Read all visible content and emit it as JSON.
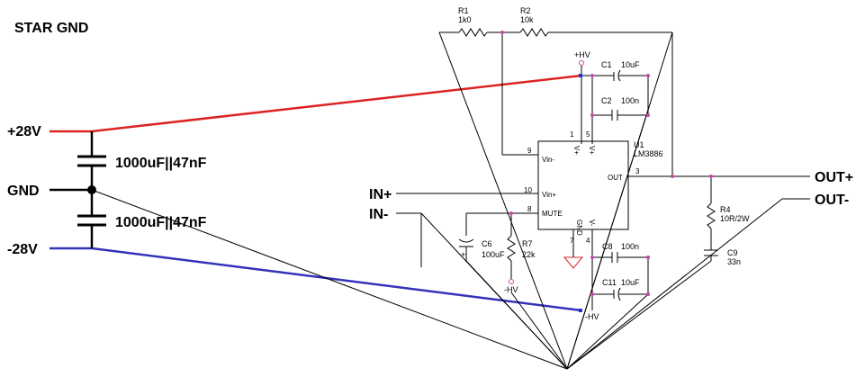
{
  "title": "STAR GND",
  "rails": {
    "pos": "+28V",
    "gnd": "GND",
    "neg": "-28V",
    "cap_top": "1000uF||47nF",
    "cap_bottom": "1000uF||47nF"
  },
  "io": {
    "in_plus": "IN+",
    "in_minus": "IN-",
    "out_plus": "OUT+",
    "out_minus": "OUT-"
  },
  "components": {
    "r1": {
      "ref": "R1",
      "value": "1k0"
    },
    "r2": {
      "ref": "R2",
      "value": "10k"
    },
    "c1": {
      "ref": "C1",
      "value": "10uF"
    },
    "c2": {
      "ref": "C2",
      "value": "100n"
    },
    "c6": {
      "ref": "C6",
      "value": "100uF"
    },
    "r7": {
      "ref": "R7",
      "value": "22k"
    },
    "c8": {
      "ref": "C8",
      "value": "100n"
    },
    "c11": {
      "ref": "C11",
      "value": "10uF"
    },
    "r4": {
      "ref": "R4",
      "value": "10R/2W"
    },
    "c9": {
      "ref": "C9",
      "value": "33n"
    }
  },
  "ic": {
    "ref": "U1",
    "part": "LM3886",
    "pins": {
      "vin_minus": "Vin-",
      "vin_plus": "Vin+",
      "mute": "MUTE",
      "out": "OUT",
      "gnd": "GND",
      "vplus": "V+",
      "vminus": "V-",
      "p1": "1",
      "p5": "5",
      "p9": "9",
      "p10": "10",
      "p8": "8",
      "p3": "3",
      "p7": "7",
      "p4": "4"
    }
  },
  "supply_labels": {
    "hv_plus": "+HV",
    "hv_minus_r7": "-HV",
    "hv_minus_c11": "-HV"
  },
  "colors": {
    "positive_rail": "#dd2222",
    "negative_rail": "#3333bb",
    "node": "#cc44aa",
    "pin_marker": "#2233cc"
  }
}
